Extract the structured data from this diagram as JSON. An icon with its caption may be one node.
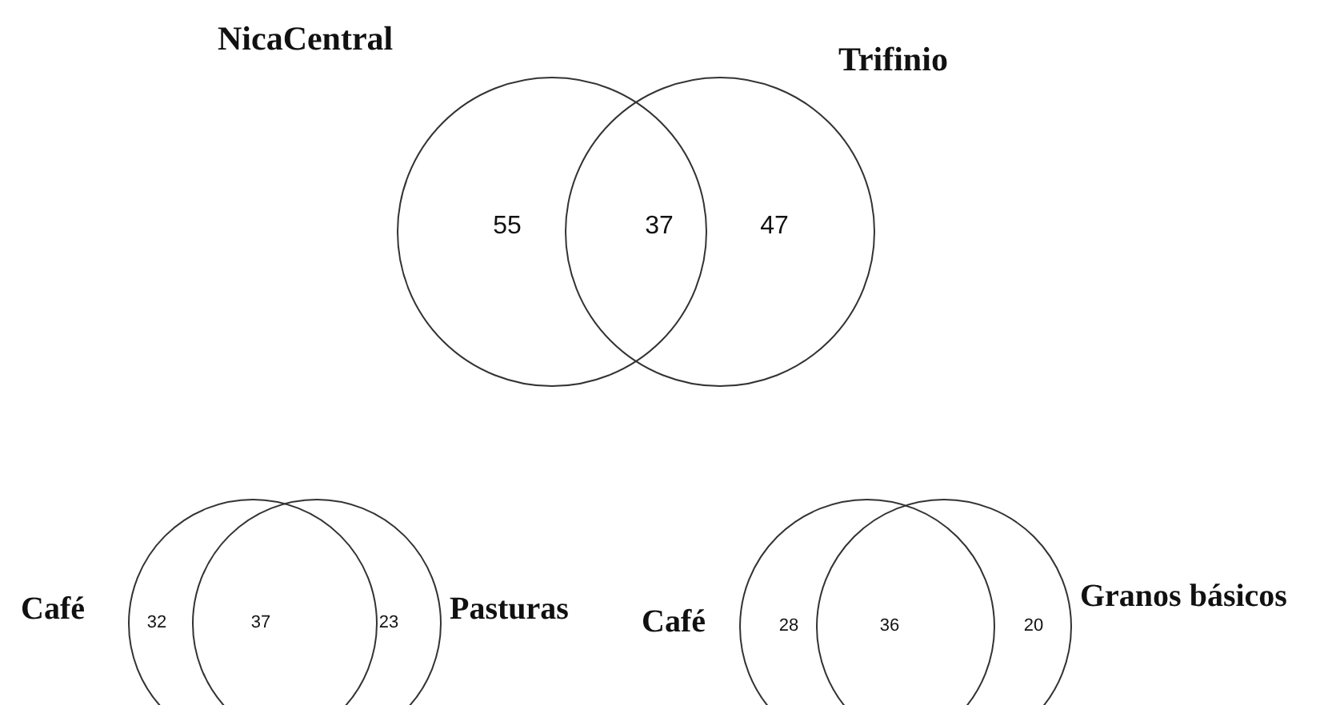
{
  "diagram": {
    "nodes": [
      {
        "text": [
          "NicaCentral"
        ]
      },
      {
        "text": [
          "Trifinio"
        ]
      },
      {
        "text": [
          "Café"
        ]
      },
      {
        "text": [
          "Pasturas"
        ]
      },
      {
        "text": [
          "Café"
        ]
      },
      {
        "text": [
          "Granos básicos"
        ]
      }
    ],
    "labels": [
      "55",
      "37",
      "47",
      "32",
      "37",
      "23",
      "28",
      "36",
      "20"
    ]
  }
}
